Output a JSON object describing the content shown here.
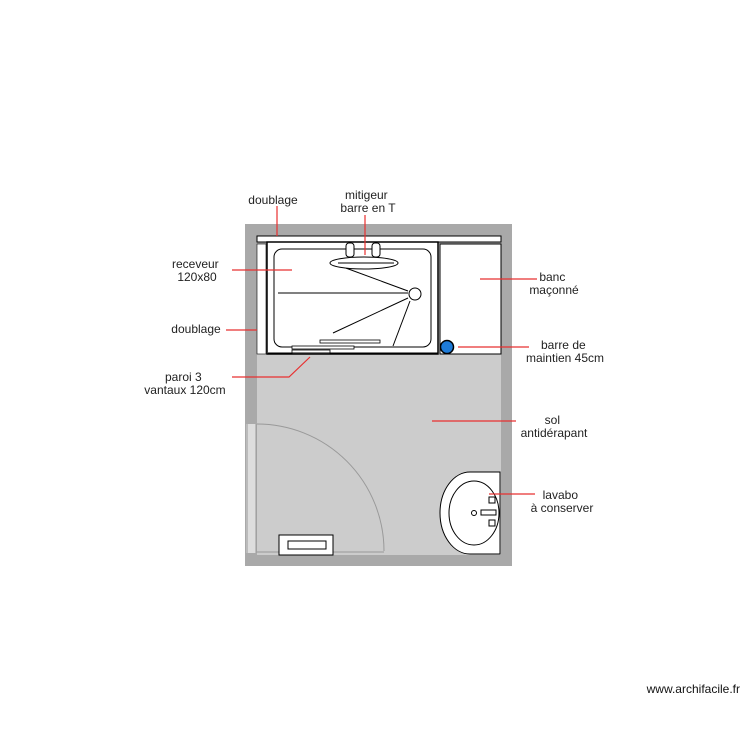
{
  "colors": {
    "wall": "#a9a9a9",
    "floor": "#cccccc",
    "fixture": "#ffffff",
    "outline": "#000000",
    "leader": "#e83030",
    "grab_bar": "#1e7bd8",
    "door_arc": "#999999"
  },
  "labels": {
    "doublage_top": [
      "doublage"
    ],
    "mitigeur": [
      "mitigeur",
      "barre en T"
    ],
    "receveur": [
      "receveur",
      "120x80"
    ],
    "doublage_left": [
      "doublage"
    ],
    "paroi": [
      "paroi 3",
      "vantaux 120cm"
    ],
    "banc": [
      "banc",
      "maçonné"
    ],
    "barre": [
      "barre de",
      "maintien 45cm"
    ],
    "sol": [
      "sol",
      "antidérapant"
    ],
    "lavabo": [
      "lavabo",
      "à conserver"
    ]
  },
  "icons": {
    "shower_head": "shower-head-icon",
    "mixer_tap": "mixer-tap-icon",
    "drain": "drain-icon",
    "grab_bar": "grab-bar-icon",
    "sink": "sink-icon",
    "door": "door-swing-icon",
    "radiator": "radiator-icon"
  },
  "watermark": "www.archifacile.fr"
}
